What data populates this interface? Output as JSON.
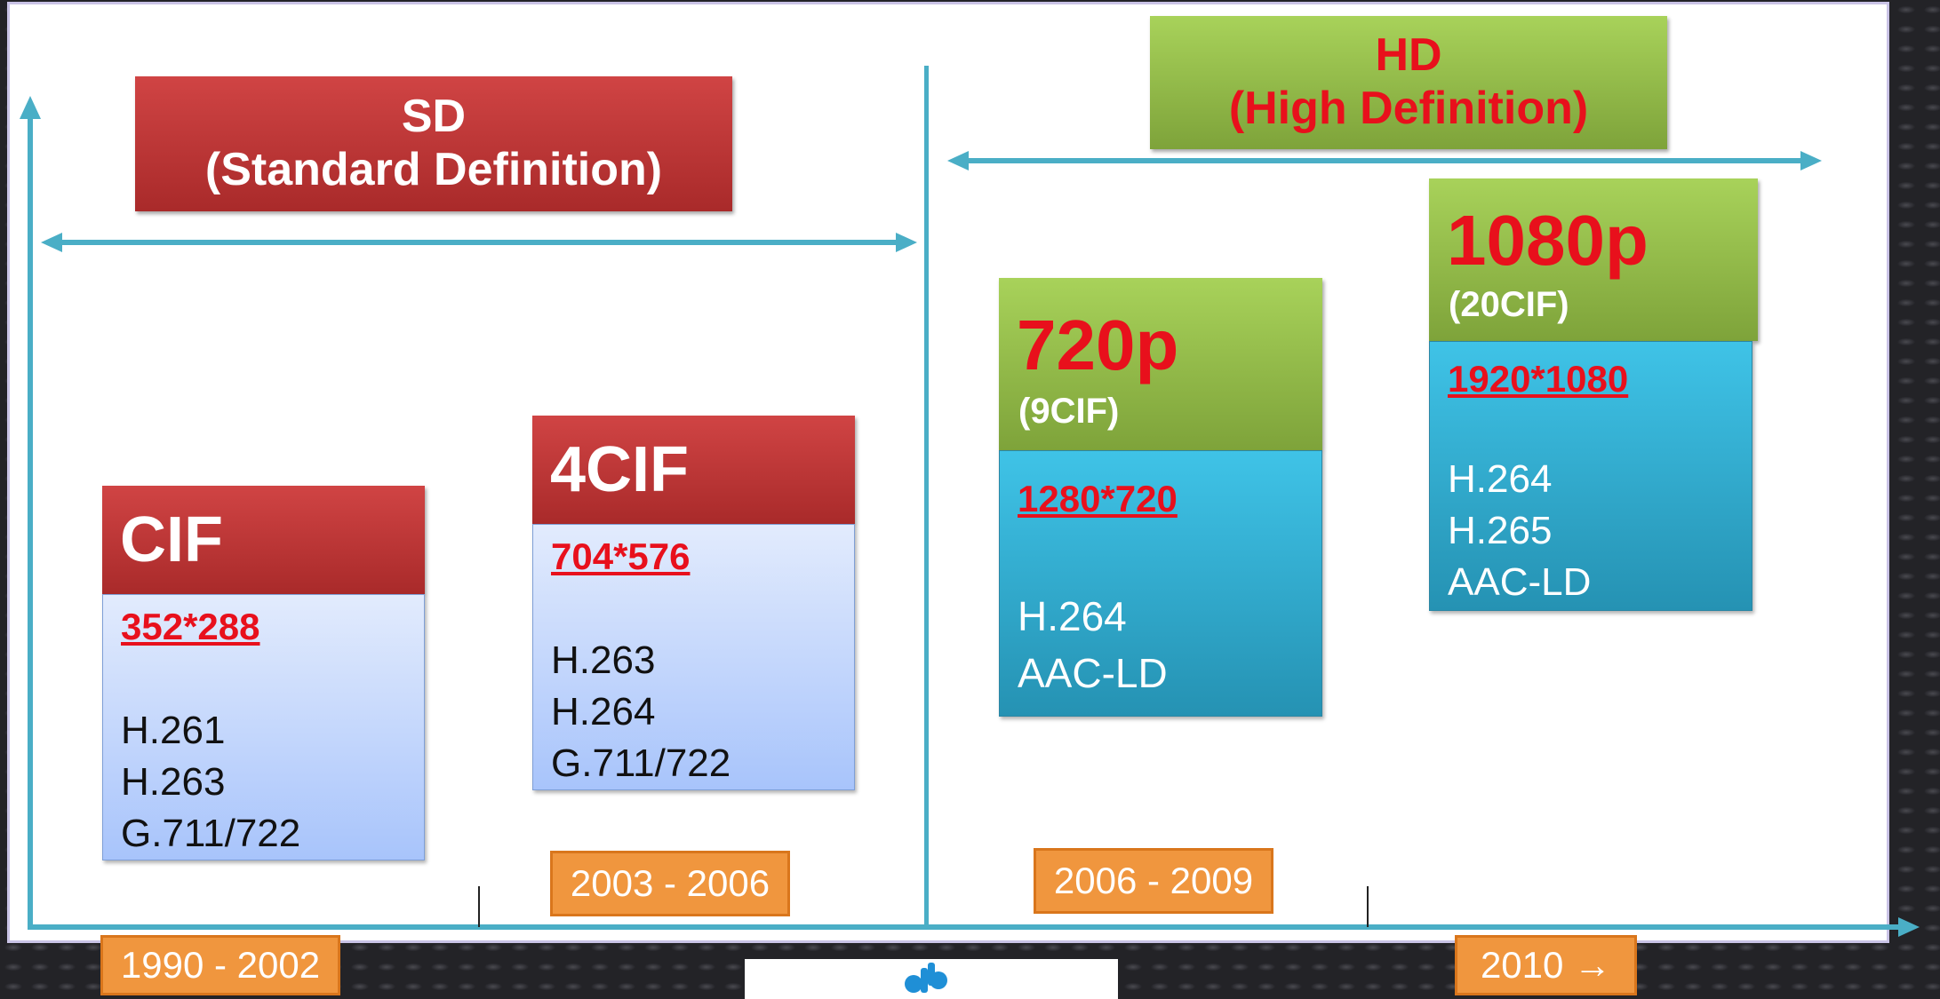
{
  "colors": {
    "red_header": "#c13838",
    "green_header": "#95c048",
    "light_blue_body": "#c6d8fc",
    "cyan_body": "#33b3d8",
    "accent_line": "#4aaec6",
    "year_box": "#f0963e",
    "resolution_text": "#e8101c"
  },
  "sd": {
    "title_line1": "SD",
    "title_line2": "(Standard Definition)"
  },
  "hd": {
    "title_line1": "HD",
    "title_line2": "(High Definition)"
  },
  "cards": {
    "cif": {
      "name": "CIF",
      "sub": "",
      "resolution": "352*288",
      "codecs": [
        "H.261",
        "H.263",
        "G.711/722"
      ]
    },
    "cif4": {
      "name": "4CIF",
      "sub": "",
      "resolution": "704*576",
      "codecs": [
        "H.263",
        "H.264",
        "G.711/722"
      ]
    },
    "p720": {
      "name": "720p",
      "sub": "(9CIF)",
      "resolution": "1280*720",
      "codecs": [
        "H.264",
        "AAC-LD"
      ]
    },
    "p1080": {
      "name": "1080p",
      "sub": "(20CIF)",
      "resolution": "1920*1080",
      "codecs": [
        "H.264",
        "H.265",
        "AAC-LD"
      ]
    }
  },
  "years": {
    "y1": "1990 - 2002",
    "y2": "2003 - 2006",
    "y3": "2006 - 2009",
    "y4": "2010 →"
  },
  "icons": {
    "logo": "logo-icon",
    "arrows": "double-arrow-icon"
  }
}
